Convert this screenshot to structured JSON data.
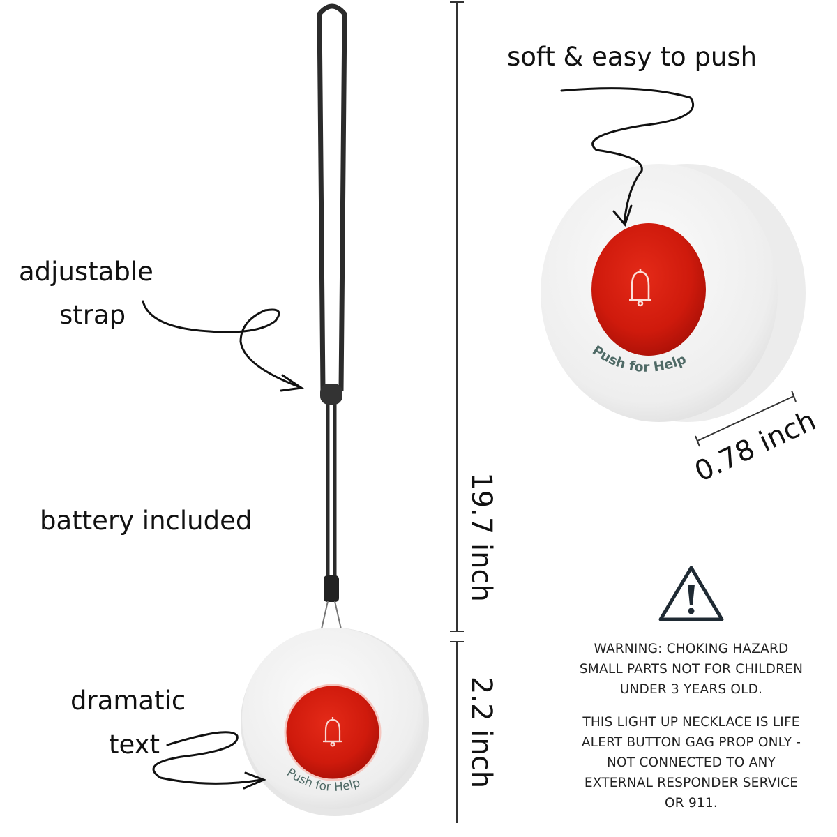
{
  "annotations": {
    "soft_push": "soft & easy to push",
    "adjustable_line1": "adjustable",
    "adjustable_line2": "strap",
    "battery": "battery included",
    "dramatic_line1": "dramatic",
    "dramatic_line2": "text"
  },
  "button_label": "Push for Help",
  "dimensions": {
    "strap_length": "19.7 inch",
    "button_diameter": "2.2 inch",
    "button_thickness": "0.78 inch"
  },
  "warning": {
    "icon": "warning-triangle-icon",
    "lines_1": [
      "WARNING: CHOKING HAZARD",
      "SMALL PARTS NOT FOR CHILDREN",
      "UNDER 3 YEARS OLD."
    ],
    "lines_2": [
      "THIS LIGHT UP NECKLACE IS LIFE",
      "ALERT BUTTON GAG PROP ONLY -",
      "NOT CONNECTED TO ANY",
      "EXTERNAL RESPONDER SERVICE",
      "OR 911."
    ]
  },
  "colors": {
    "button_red": "#d81e10",
    "body_white": "#f2f2f2",
    "strap": "#2b2b2b",
    "label_text": "#4f6a66"
  }
}
